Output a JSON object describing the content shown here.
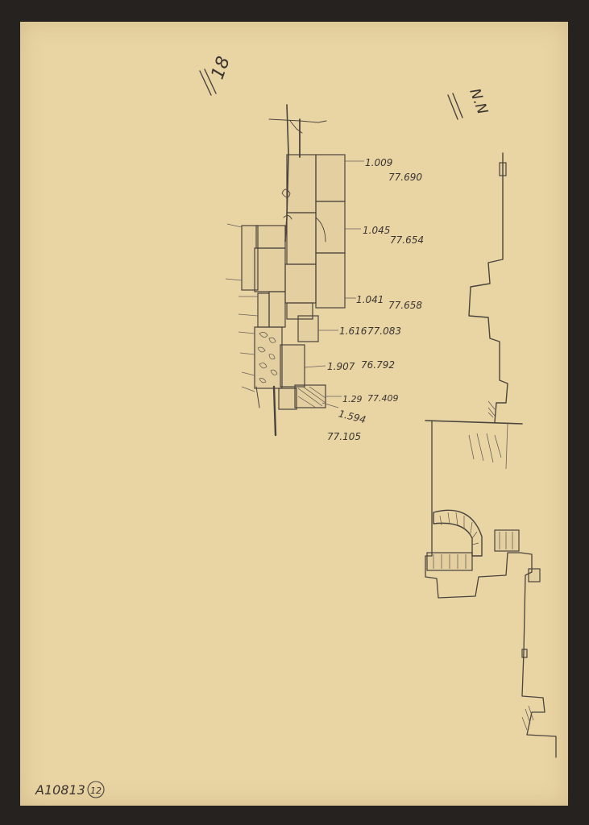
{
  "sheet": {
    "archive_number": "A10813",
    "sheet_number": "12",
    "top_label": "18",
    "section_label": "N.N"
  },
  "elevations": [
    {
      "num": "1.009",
      "level": "77.690"
    },
    {
      "num": "1.045",
      "level": "77.654"
    },
    {
      "num": "1.041",
      "level": "77.658"
    },
    {
      "num": "1.616",
      "level": "77.083"
    },
    {
      "num": "1.907",
      "level": "76.792"
    },
    {
      "num": "1.29",
      "level": "77.409"
    },
    {
      "num": "1.594",
      "level": "77.105"
    }
  ],
  "colors": {
    "paper": "#e9d4a4",
    "background": "#26221f",
    "pencil": "#4a443e"
  }
}
